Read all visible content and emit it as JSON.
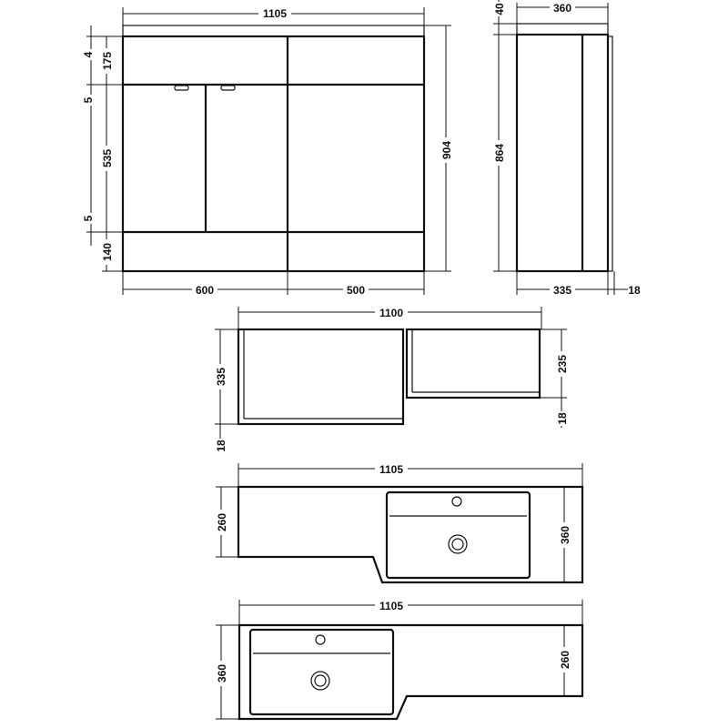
{
  "front_view": {
    "overall_width": "1105",
    "overall_height": "904",
    "worktop": "4",
    "drawer": "175",
    "gap_top": "5",
    "door": "535",
    "gap_bottom": "5",
    "plinth": "140",
    "left_unit_width": "600",
    "right_unit_width": "500"
  },
  "side_view": {
    "depth": "360",
    "worktop": "40",
    "height": "864",
    "body_depth": "335",
    "door_thickness": "18"
  },
  "plan_view": {
    "width": "1100",
    "left_depth": "335",
    "left_thickness": "18",
    "right_depth": "235",
    "right_thickness": "18"
  },
  "basin_right": {
    "width": "1105",
    "narrow_depth": "260",
    "full_depth": "360"
  },
  "basin_left": {
    "width": "1105",
    "full_depth": "360",
    "narrow_depth": "260"
  },
  "colors": {
    "line": "#111111",
    "background": "#ffffff"
  }
}
